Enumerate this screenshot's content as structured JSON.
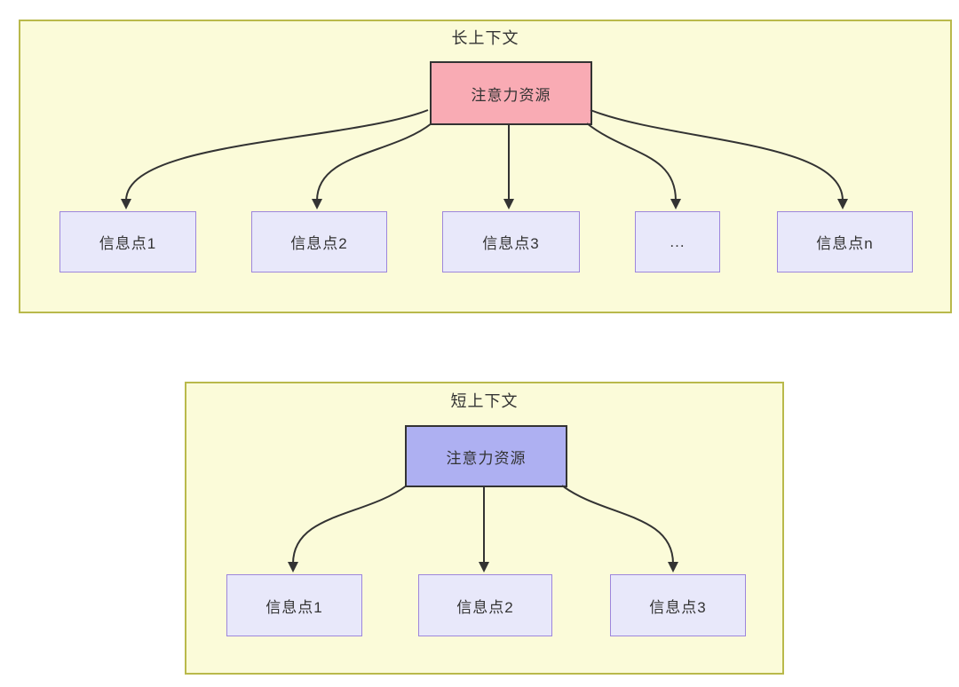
{
  "colors": {
    "panel_bg": "#fbfbd9",
    "panel_border": "#b9b94b",
    "source_long_fill": "#f9abb4",
    "source_short_fill": "#aeb0f2",
    "node_fill": "#e8e8fa",
    "node_border": "#9d86dc",
    "line": "#333333",
    "text": "#333333"
  },
  "long_context": {
    "title": "长上下文",
    "source_label": "注意力资源",
    "nodes": [
      "信息点1",
      "信息点2",
      "信息点3",
      "...",
      "信息点n"
    ]
  },
  "short_context": {
    "title": "短上下文",
    "source_label": "注意力资源",
    "nodes": [
      "信息点1",
      "信息点2",
      "信息点3"
    ]
  }
}
